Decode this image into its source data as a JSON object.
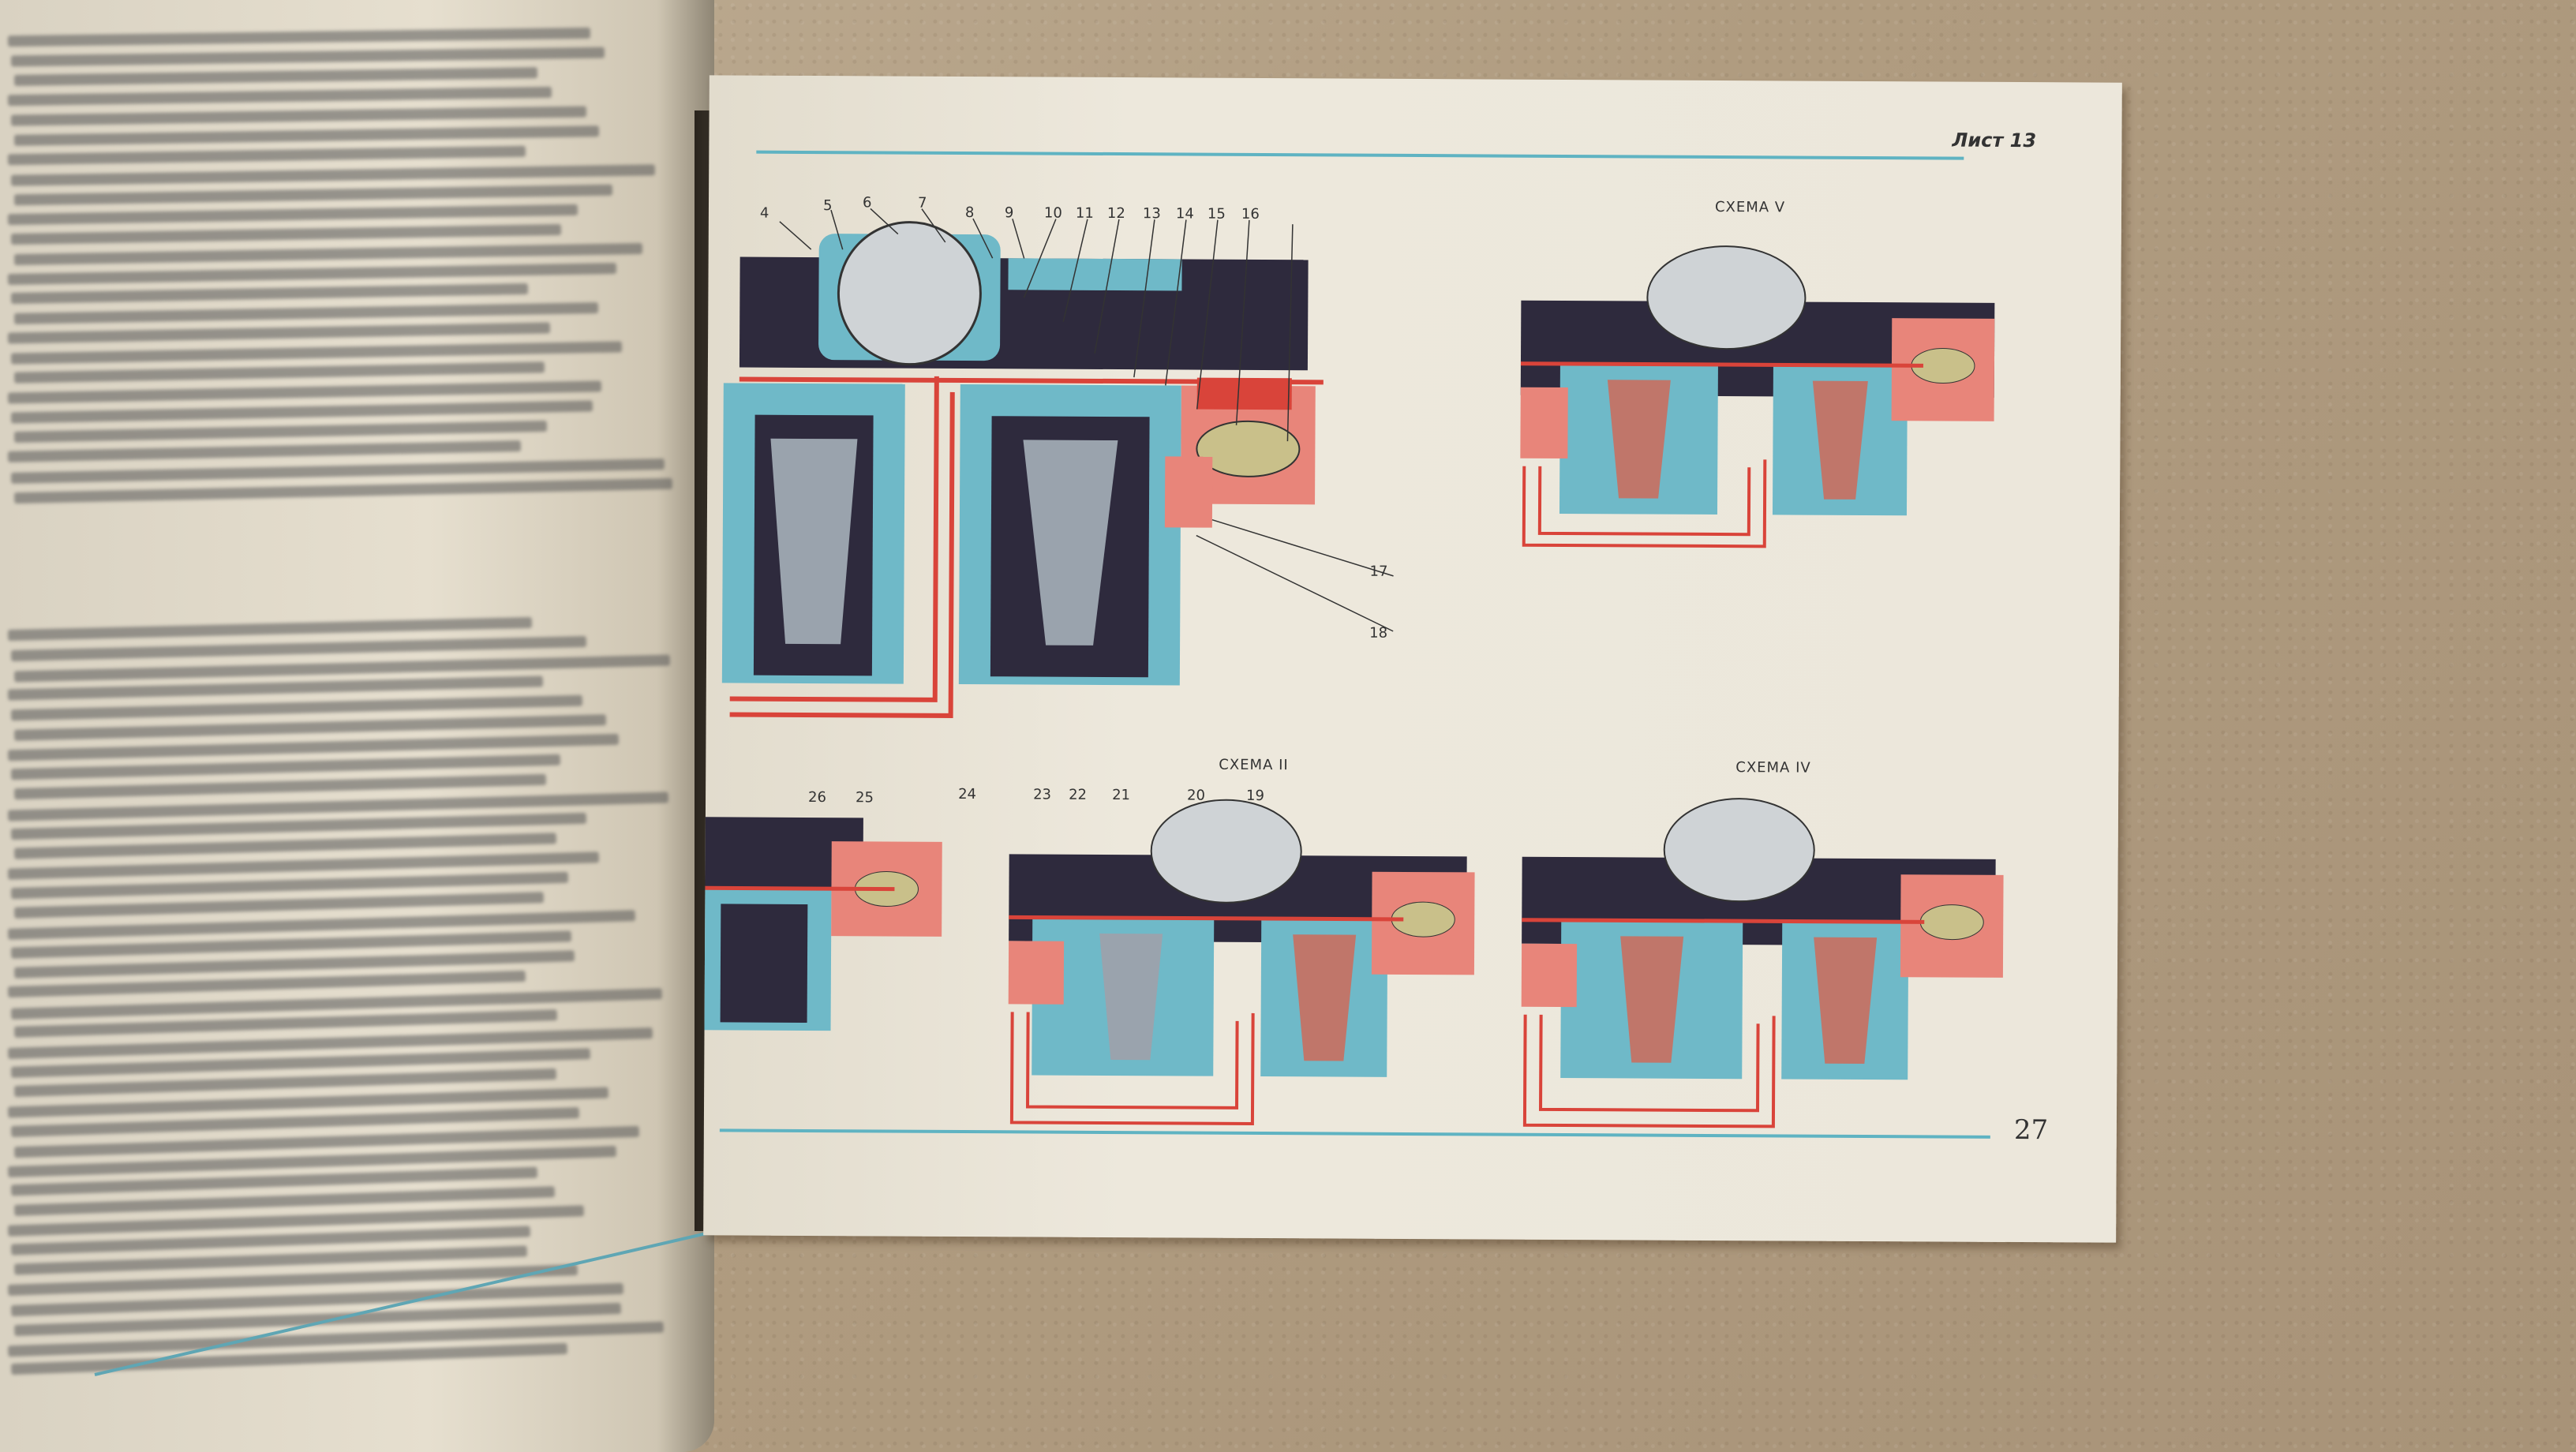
{
  "page": {
    "sheet_label": "Лист 13",
    "page_number": "27"
  },
  "diagrams": {
    "main_callouts_top": [
      "4",
      "5",
      "6",
      "7",
      "8",
      "9",
      "10",
      "11",
      "12",
      "13",
      "14",
      "15",
      "16"
    ],
    "main_callouts_right": [
      "17",
      "18"
    ],
    "main_callouts_bottom": [
      "26",
      "25",
      "24",
      "23",
      "22",
      "21",
      "20",
      "19"
    ],
    "schema_titles": {
      "v": "СХЕМА V",
      "ii": "СХЕМА II",
      "iv": "СХЕМА IV"
    }
  },
  "colors": {
    "teal": "#6fb9c8",
    "dark_navy": "#2e2a3d",
    "red": "#d9443a",
    "pink": "#e8857a",
    "cream_page": "#ece7db",
    "olive_float": "#c9c08a"
  }
}
